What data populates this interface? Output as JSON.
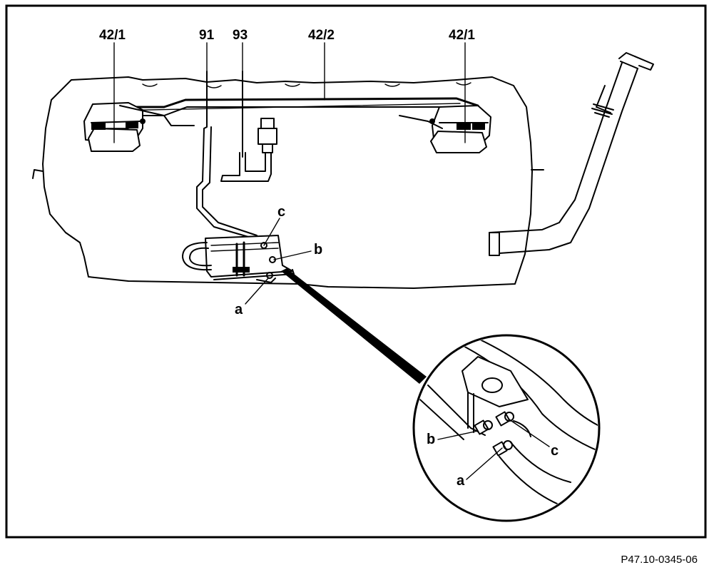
{
  "labels": {
    "mount_left": "42/1",
    "line_91": "91",
    "line_93": "93",
    "mount_center": "42/2",
    "mount_right": "42/1",
    "pump_c": "c",
    "pump_b": "b",
    "pump_a": "a",
    "detail_b": "b",
    "detail_c": "c",
    "detail_a": "a"
  },
  "reference": "P47.10-0345-06"
}
